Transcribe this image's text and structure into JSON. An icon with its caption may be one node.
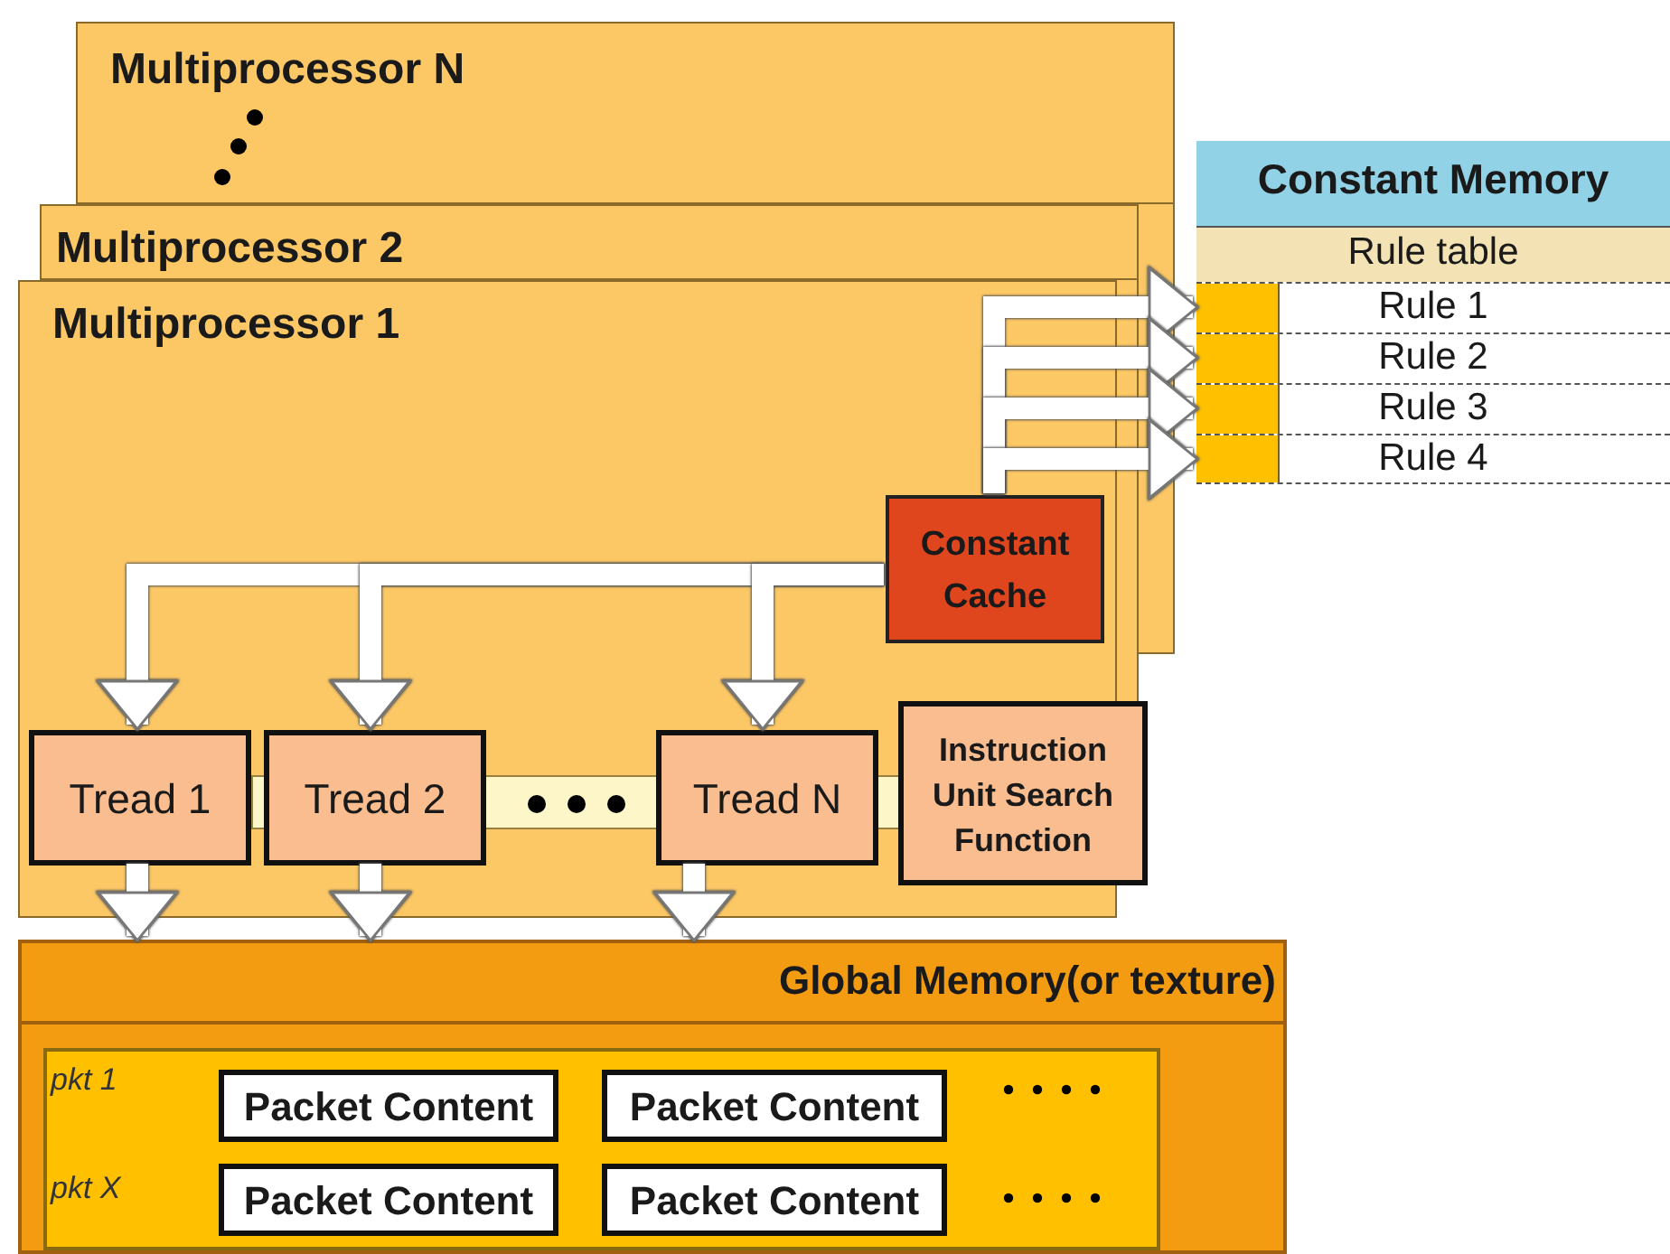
{
  "diagram": {
    "nodes": [
      {
        "text": [
          "Multiprocessor N"
        ]
      },
      {
        "text": [
          "Multiprocessor 2"
        ]
      },
      {
        "text": [
          "Multiprocessor 1"
        ]
      },
      {
        "text": [
          "Constant Memory"
        ]
      },
      {
        "text": [
          "Rule table"
        ],
        "in": 3
      },
      {
        "text": [
          "Rule 1"
        ],
        "in": 3
      },
      {
        "text": [
          "Rule 2"
        ],
        "in": 3
      },
      {
        "text": [
          "Rule 3"
        ],
        "in": 3
      },
      {
        "text": [
          "Rule 4"
        ],
        "in": 3
      },
      {
        "text": [
          "Constant Cache"
        ],
        "in": 2
      },
      {
        "text": [
          "Tread 1"
        ],
        "in": 2
      },
      {
        "text": [
          "Tread 2"
        ],
        "in": 2
      },
      {
        "text": [
          "Tread N"
        ],
        "in": 2
      },
      {
        "text": [
          "Instruction Unit Search Function"
        ]
      },
      {
        "text": [
          "Global Memory(or texture)"
        ]
      },
      {
        "text": [],
        "shape": "box",
        "in": 14
      },
      {
        "text": [
          "Packet Content"
        ],
        "in": 15
      },
      {
        "text": [
          "Packet Content"
        ],
        "in": 15
      },
      {
        "text": [
          "Packet Content"
        ],
        "in": 15
      },
      {
        "text": [
          "Packet Content"
        ],
        "in": 15
      }
    ],
    "edges": [
      {
        "from": 9,
        "to": 5,
        "arrow": "to"
      },
      {
        "from": 9,
        "to": 6,
        "arrow": "to"
      },
      {
        "from": 9,
        "to": 7,
        "arrow": "to"
      },
      {
        "from": 9,
        "to": 8,
        "arrow": "to"
      },
      {
        "from": 9,
        "to": 10,
        "arrow": "to"
      },
      {
        "from": 9,
        "to": 11,
        "arrow": "to"
      },
      {
        "from": 9,
        "to": 12,
        "arrow": "to"
      },
      {
        "from": 10,
        "to": 14,
        "arrow": "to"
      },
      {
        "from": 11,
        "to": 14,
        "arrow": "to"
      },
      {
        "from": 12,
        "to": 14,
        "arrow": "to"
      }
    ],
    "labels": [
      "pkt 1",
      "pkt X"
    ]
  }
}
